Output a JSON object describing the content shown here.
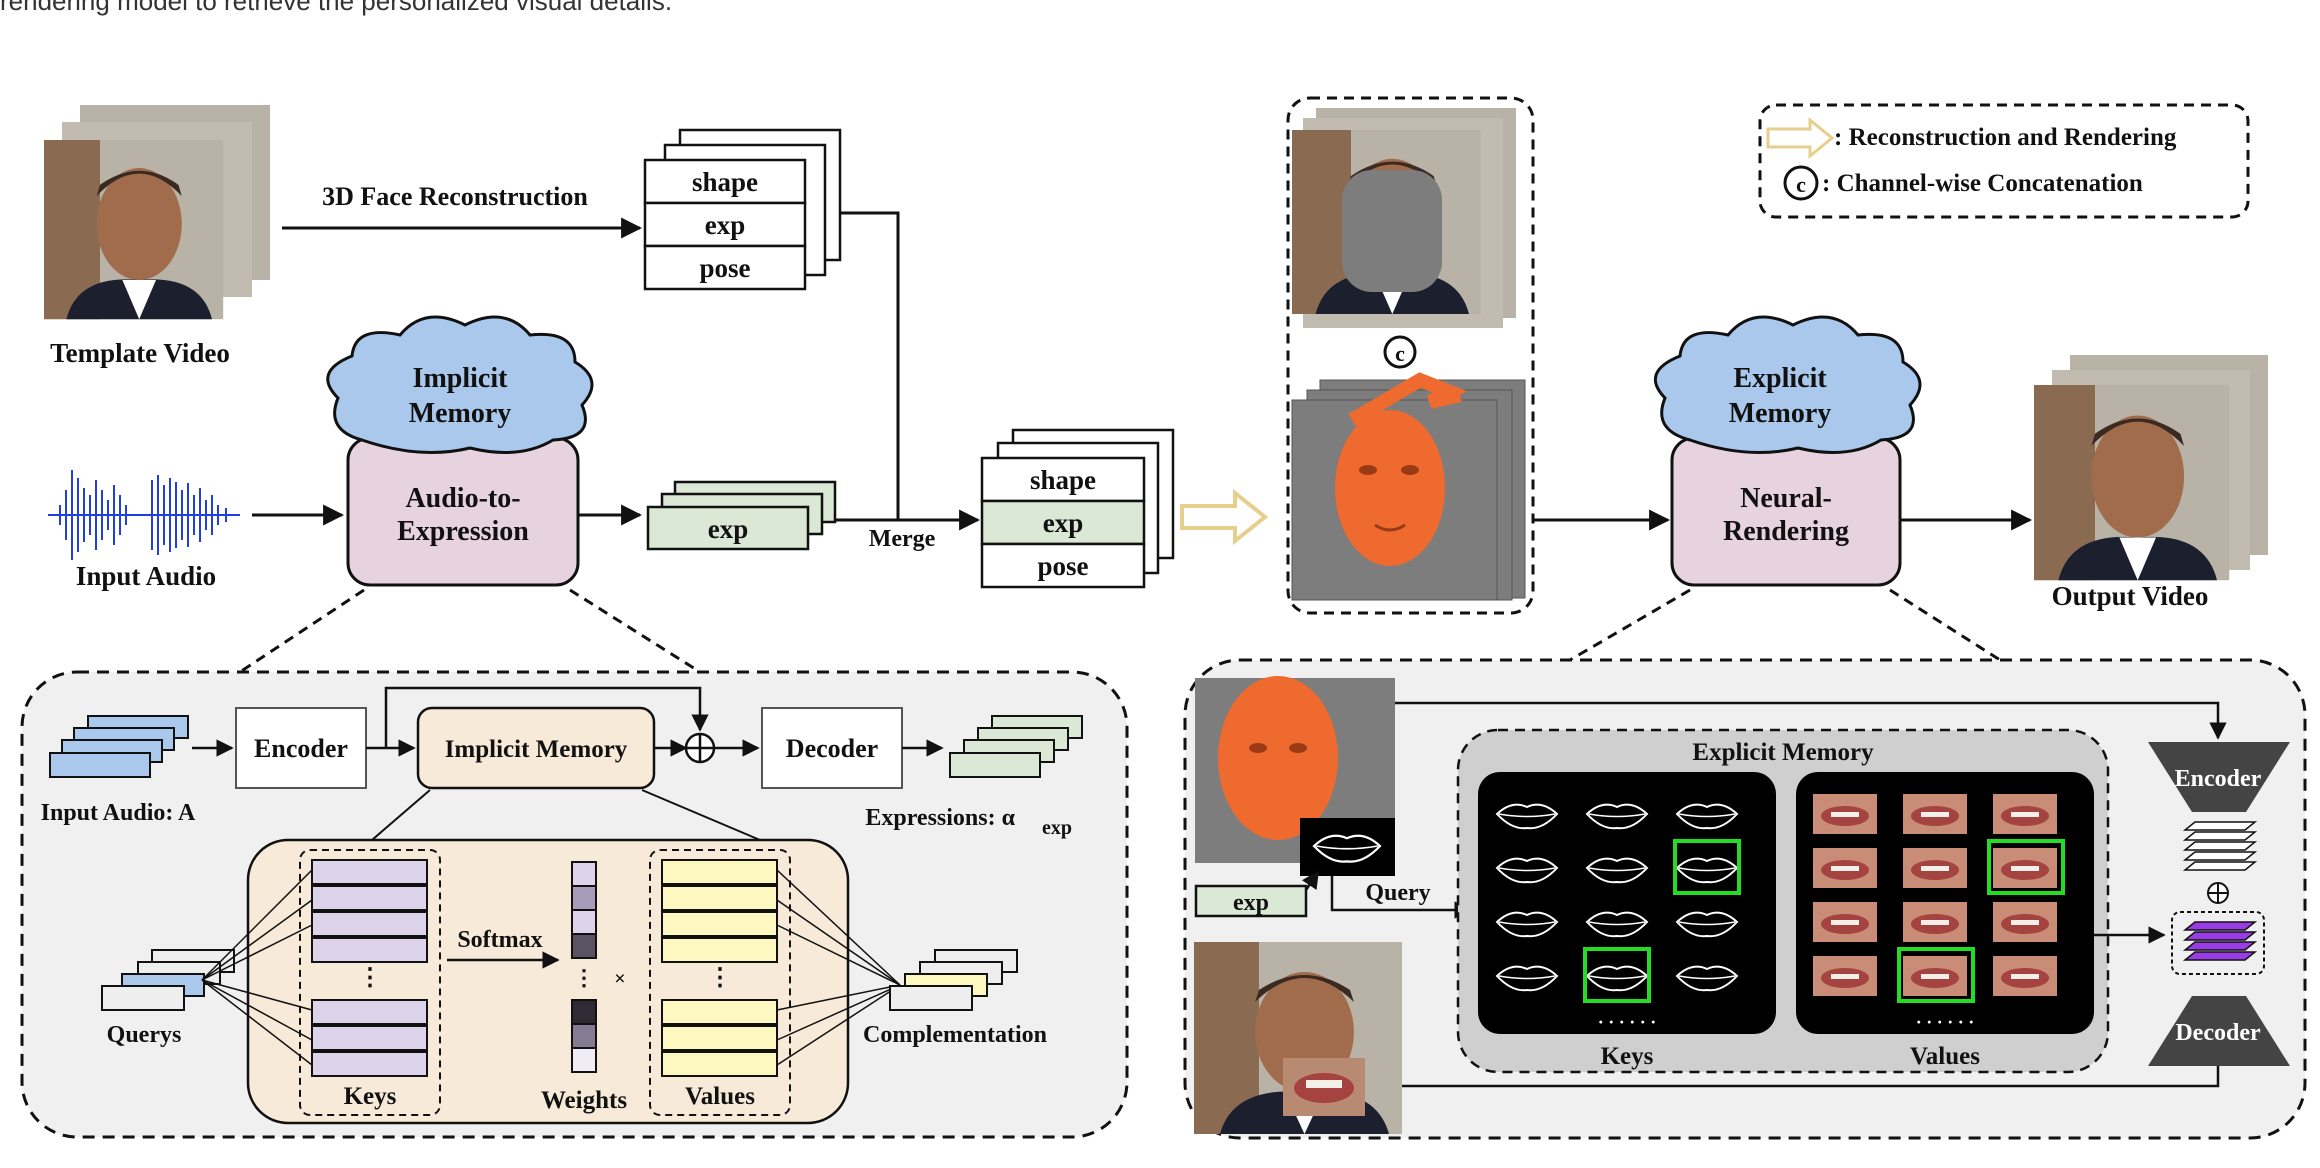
{
  "top_text": "rendering model to retrieve the personalized visual details.",
  "labels": {
    "template_video": "Template Video",
    "face_recon": "3D Face Reconstruction",
    "input_audio": "Input Audio",
    "implicit_memory_cloud": [
      "Implicit",
      "Memory"
    ],
    "audio_to_expression": [
      "Audio-to-",
      "Expression"
    ],
    "merge": "Merge",
    "explicit_memory_cloud": [
      "Explicit",
      "Memory"
    ],
    "neural_rendering": [
      "Neural-",
      "Rendering"
    ],
    "output_video": "Output Video",
    "params": [
      "shape",
      "exp",
      "pose"
    ],
    "exp": "exp",
    "concat_symbol": "c"
  },
  "legend": {
    "reconstruction": ": Reconstruction and Rendering",
    "concatenation": ": Channel-wise Concatenation"
  },
  "implicit_detail": {
    "input_audio": "Input Audio: A",
    "encoder": "Encoder",
    "implicit_memory": "Implicit Memory",
    "decoder": "Decoder",
    "expressions": "Expressions: α",
    "expressions_sub": "exp",
    "softmax": "Softmax",
    "querys": "Querys",
    "keys": "Keys",
    "weights": "Weights",
    "values": "Values",
    "complementation": "Complementation",
    "times": "×"
  },
  "explicit_detail": {
    "title": "Explicit Memory",
    "query": "Query",
    "exp": "exp",
    "keys": "Keys",
    "values": "Values",
    "encoder": "Encoder",
    "decoder": "Decoder",
    "dots": "· · · · · ·"
  },
  "colors": {
    "cloud": "#a9c8ec",
    "module_fill": "#e6d3df",
    "exp_fill": "#dbe8d6",
    "audio_blue": "#1f3fe0",
    "memory_fill": "#f8ead8",
    "key_fill": "#ddd3ea",
    "value_fill": "#fcf8c0",
    "orange_face": "#ef6a2e",
    "gray_bg": "#7d7d7d",
    "skin": "#c9967a",
    "highlight_green": "#22dd22",
    "arrow_gold": "#e6cf8c",
    "purple": "#9a3ce6"
  }
}
